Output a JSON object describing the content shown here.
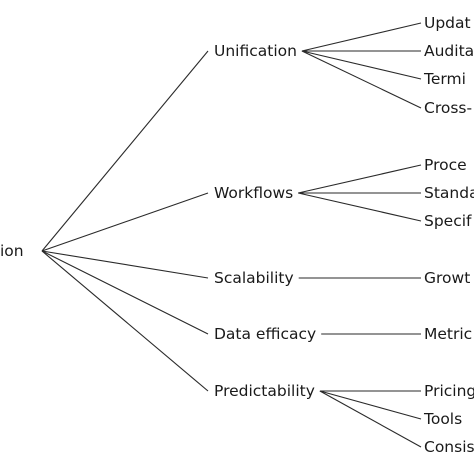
{
  "root": {
    "label": "ion"
  },
  "branches": [
    {
      "label": "Unification",
      "children": [
        "Updat",
        "Audita",
        "Termi",
        "Cross-"
      ]
    },
    {
      "label": "Workflows",
      "children": [
        "Proce",
        "Standa",
        "Specif"
      ]
    },
    {
      "label": "Scalability",
      "children": [
        "Growt"
      ]
    },
    {
      "label": "Data efficacy",
      "children": [
        "Metric"
      ]
    },
    {
      "label": "Predictability",
      "children": [
        "Pricing",
        "Tools",
        "Consis"
      ]
    }
  ]
}
